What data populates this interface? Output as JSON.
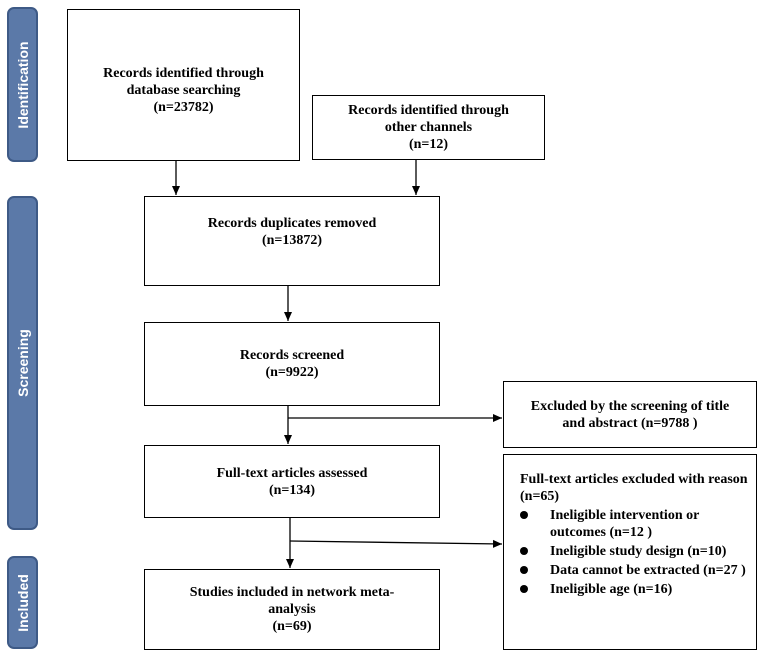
{
  "phases": {
    "identification": "Identification",
    "screening": "Screening",
    "included": "Included"
  },
  "boxes": {
    "db_search": {
      "line1": "Records identified through database searching",
      "count": "(n=23782)"
    },
    "other_channels": {
      "line1": "Records identified through other channels",
      "count": "(n=12)"
    },
    "duplicates": {
      "line1": "Records duplicates removed",
      "count": "(n=13872)"
    },
    "screened": {
      "line1": "Records screened",
      "count": "(n=9922)"
    },
    "excluded_title": {
      "line1": "Excluded by the screening of title and abstract (n=9788 )"
    },
    "fulltext": {
      "line1": "Full-text articles assessed",
      "count": "(n=134)"
    },
    "included_studies": {
      "line1": "Studies included in network meta-analysis",
      "count": "(n=69)"
    }
  },
  "exclusions": {
    "heading": "Full-text articles excluded with reason (n=65)",
    "items": [
      "Ineligible intervention or outcomes  (n=12 )",
      "Ineligible study design (n=10)",
      "Data cannot be extracted (n=27 )",
      "Ineligible age (n=16)"
    ]
  }
}
